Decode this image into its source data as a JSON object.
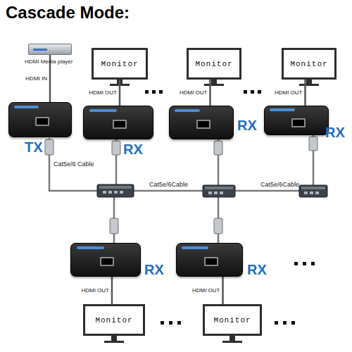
{
  "diagram": {
    "title": "Cascade Mode:",
    "nodes": [
      {
        "text": [
          "HDMI Media player"
        ]
      },
      {
        "text": [
          "TX"
        ]
      },
      {
        "text": [
          "Monitor"
        ]
      },
      {
        "text": [
          "RX"
        ]
      },
      {
        "text": [
          "Monitor"
        ]
      },
      {
        "text": [
          "RX"
        ]
      },
      {
        "text": [
          "Monitor"
        ]
      },
      {
        "text": [
          "RX"
        ]
      },
      {
        "text": [
          "RX"
        ]
      },
      {
        "text": [
          "RX"
        ]
      },
      {
        "text": [
          "Monitor"
        ]
      },
      {
        "text": [
          "Monitor"
        ]
      }
    ],
    "edges": [
      {
        "from": 0,
        "to": 1,
        "label": "HDMI IN",
        "arrow": "none"
      },
      {
        "from": 3,
        "to": 2,
        "label": "HDMI OUT",
        "arrow": "none"
      },
      {
        "from": 5,
        "to": 4,
        "label": "HDMI OUT",
        "arrow": "none"
      },
      {
        "from": 7,
        "to": 6,
        "label": "HDMI OUT",
        "arrow": "none"
      },
      {
        "from": 8,
        "to": 10,
        "label": "HDMI OUT",
        "arrow": "none"
      },
      {
        "from": 9,
        "to": 11,
        "label": "HDMI OUT",
        "arrow": "none"
      }
    ],
    "labels": [
      "Cat5e/6 Cable",
      "Cat5e/6Cable",
      "Cat5e/6Cable"
    ]
  }
}
